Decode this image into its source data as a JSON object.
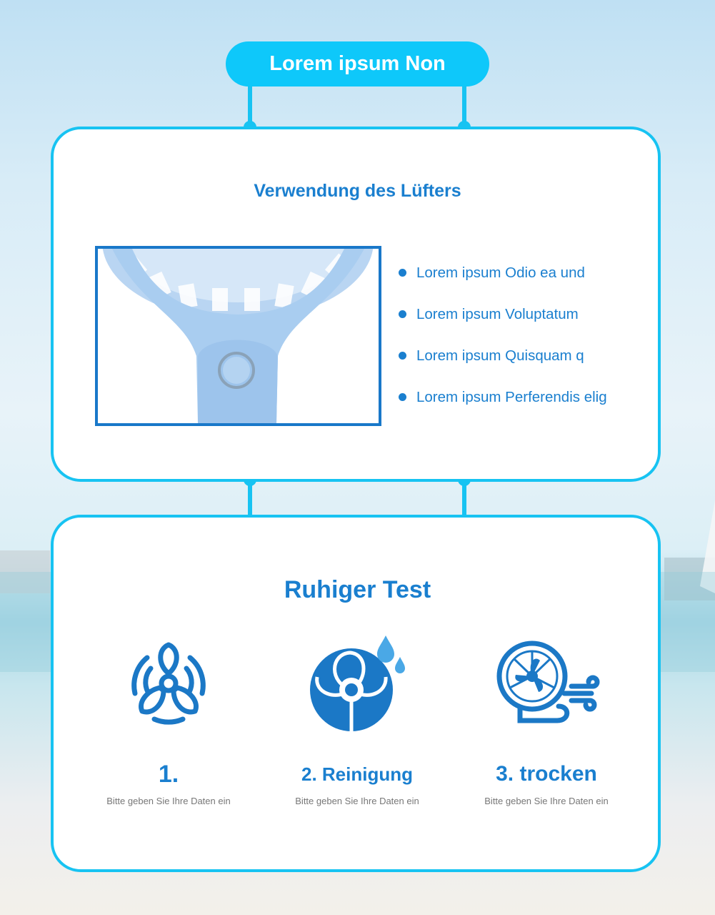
{
  "header": {
    "title": "Lorem ipsum Non"
  },
  "usage": {
    "title": "Verwendung des Lüfters",
    "bullets": [
      "Lorem ipsum Odio ea und",
      "Lorem ipsum Voluptatum",
      "Lorem ipsum Quisquam q",
      "Lorem ipsum Perferendis elig"
    ]
  },
  "test": {
    "title": "Ruhiger Test",
    "steps": [
      {
        "icon": "fan-blades-icon",
        "title": "1.",
        "desc": "Bitte geben Sie Ihre Daten ein"
      },
      {
        "icon": "fan-water-drops-icon",
        "title": "2. Reinigung",
        "desc": "Bitte geben Sie Ihre Daten ein"
      },
      {
        "icon": "desk-fan-wind-icon",
        "title": "3. trocken",
        "desc": "Bitte geben Sie Ihre Daten ein"
      }
    ]
  },
  "colors": {
    "accent": "#17c3f2",
    "text_blue": "#1a7fcf",
    "icon_blue": "#1b78c6",
    "muted": "#777777"
  }
}
